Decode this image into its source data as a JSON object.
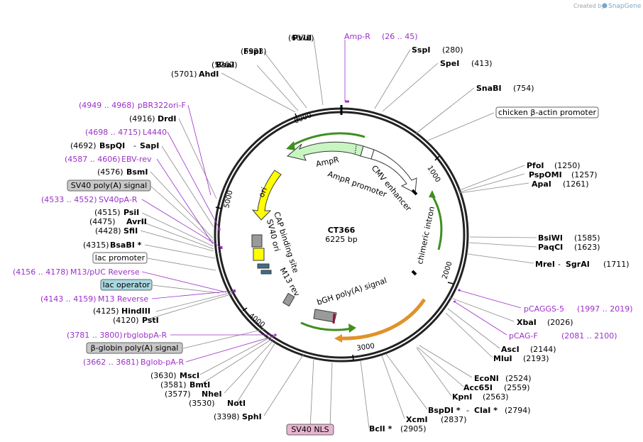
{
  "credit": {
    "prefix": "Created by",
    "brand": "SnapGene"
  },
  "plasmid": {
    "name": "CT366",
    "size": "6225 bp",
    "length": 6225
  },
  "ticks": [
    "1000",
    "2000",
    "3000",
    "4000",
    "5000",
    "6000"
  ],
  "enzymes_left": [
    {
      "name": "PvuI",
      "pos": "(6071)"
    },
    {
      "name": "FspI",
      "pos": "(5923)"
    },
    {
      "name": "BsaI",
      "pos": "(5762)"
    },
    {
      "name": "AhdI",
      "pos": "(5701)"
    },
    {
      "name": "DrdI",
      "pos": "(4916)"
    },
    {
      "name": "BspQI",
      "extra": "SapI",
      "pos": "(4692)"
    },
    {
      "name": "BsmI",
      "pos": "(4576)"
    },
    {
      "name": "PsiI",
      "pos": "(4515)"
    },
    {
      "name": "AvrII",
      "pos": "(4475)"
    },
    {
      "name": "SfiI",
      "pos": "(4428)"
    },
    {
      "name": "BsaBI *",
      "pos": "(4315)"
    },
    {
      "name": "HindIII",
      "pos": "(4125)"
    },
    {
      "name": "PstI",
      "pos": "(4120)"
    },
    {
      "name": "MscI",
      "pos": "(3630)"
    },
    {
      "name": "BmtI",
      "pos": "(3581)"
    },
    {
      "name": "NheI",
      "pos": "(3577)"
    },
    {
      "name": "NotI",
      "pos": "(3530)"
    },
    {
      "name": "SphI",
      "pos": "(3398)"
    }
  ],
  "enzymes_right": [
    {
      "name": "SspI",
      "pos": "(280)"
    },
    {
      "name": "SpeI",
      "pos": "(413)"
    },
    {
      "name": "SnaBI",
      "pos": "(754)"
    },
    {
      "name": "PfoI",
      "pos": "(1250)"
    },
    {
      "name": "PspOMI",
      "pos": "(1257)"
    },
    {
      "name": "ApaI",
      "pos": "(1261)"
    },
    {
      "name": "BsiWI",
      "pos": "(1585)"
    },
    {
      "name": "PaqCI",
      "pos": "(1623)"
    },
    {
      "name": "MreI",
      "extra": "SgrAI",
      "pos": "(1711)"
    },
    {
      "name": "XbaI",
      "pos": "(2026)"
    },
    {
      "name": "AscI",
      "pos": "(2144)"
    },
    {
      "name": "MluI",
      "pos": "(2193)"
    },
    {
      "name": "EcoNI",
      "pos": "(2524)"
    },
    {
      "name": "Acc65I",
      "pos": "(2559)"
    },
    {
      "name": "KpnI",
      "pos": "(2563)"
    },
    {
      "name": "BspDI *",
      "extra": "ClaI *",
      "pos": "(2794)"
    },
    {
      "name": "XcmI",
      "pos": "(2837)"
    },
    {
      "name": "BclI *",
      "pos": "(2905)"
    }
  ],
  "primers": [
    {
      "name": "Amp-R",
      "range": "(26 .. 45)"
    },
    {
      "name": "pBR322ori-F",
      "range": "(4949 .. 4968)"
    },
    {
      "name": "L4440",
      "range": "(4698 .. 4715)"
    },
    {
      "name": "EBV-rev",
      "range": "(4587 .. 4606)"
    },
    {
      "name": "SV40pA-R",
      "range": "(4533 .. 4552)"
    },
    {
      "name": "M13/pUC Reverse",
      "range": "(4156 .. 4178)"
    },
    {
      "name": "M13 Reverse",
      "range": "(4143 .. 4159)"
    },
    {
      "name": "rbglobpA-R",
      "range": "(3781 .. 3800)"
    },
    {
      "name": "Bglob-pA-R",
      "range": "(3662 .. 3681)"
    },
    {
      "name": "pCAGGS-5",
      "range": "(1997 .. 2019)"
    },
    {
      "name": "pCAG-F",
      "range": "(2081 .. 2100)"
    }
  ],
  "boxed_features": [
    {
      "name": "chicken β-actin promoter"
    },
    {
      "name": "SV40 poly(A) signal"
    },
    {
      "name": "lac promoter"
    },
    {
      "name": "lac operator"
    },
    {
      "name": "β-globin poly(A) signal"
    },
    {
      "name": "SV40 NLS"
    }
  ],
  "feature_labels": {
    "ampr": "AmpR",
    "ampr_promoter": "AmpR promoter",
    "cmv": "CMV enhancer",
    "ori": "ori",
    "intron": "chimeric intron",
    "cap": "CAP binding site",
    "sv40ori": "SV40 ori",
    "m13rev": "M13 rev",
    "bgh": "bGH poly(A) signal"
  },
  "colors": {
    "primer": "#9b30c8",
    "ampr_fill": "#c9f5c3",
    "ori_fill": "#ffff00",
    "green_arc": "#3f8f20",
    "orange_arc": "#e0922a",
    "grey_feature": "#9a9a9a",
    "lac_operator_box": "#a8d8e0",
    "sv40_nls_box": "#e8b4d0"
  }
}
